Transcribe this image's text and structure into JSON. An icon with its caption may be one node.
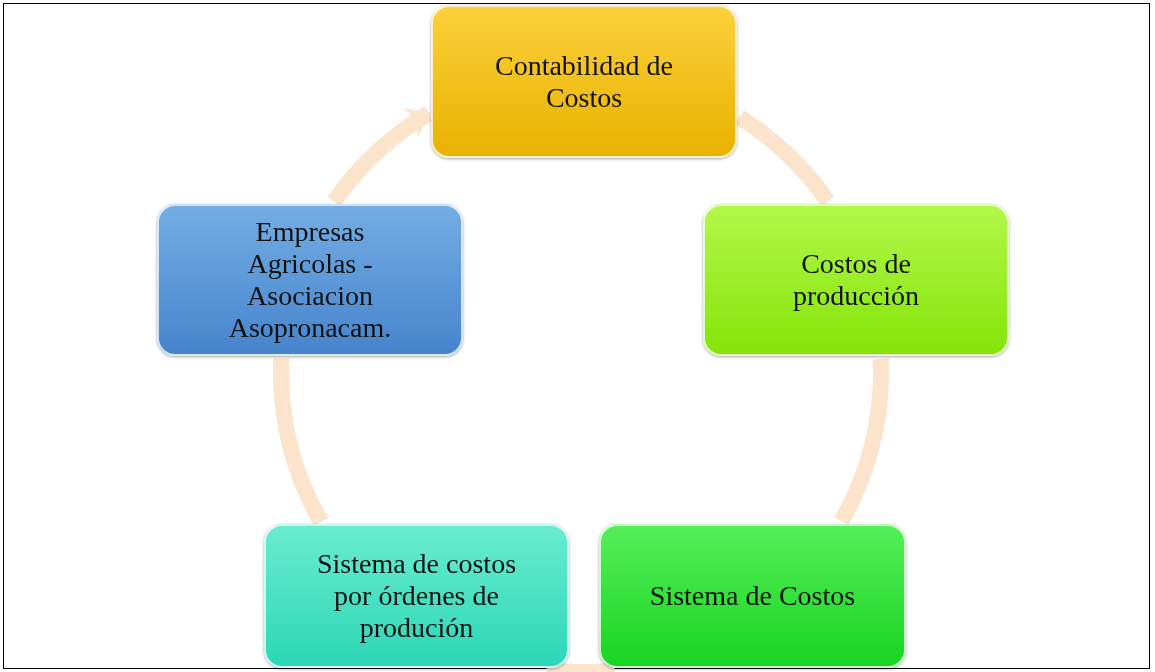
{
  "diagram": {
    "nodes": [
      {
        "text": [
          "Contabilidad de Costos"
        ]
      },
      {
        "text": [
          "Costos de producción"
        ]
      },
      {
        "text": [
          "Sistema de Costos"
        ]
      },
      {
        "text": [
          "Sistema de costos por órdenes de produción"
        ]
      },
      {
        "text": [
          "Empresas Agricolas - Asociacion Asopronacam."
        ]
      }
    ],
    "edges": [
      {
        "from": 0,
        "to": 1,
        "arrow": "none"
      },
      {
        "from": 1,
        "to": 2,
        "arrow": "none"
      },
      {
        "from": 2,
        "to": 3,
        "arrow": "none"
      },
      {
        "from": 3,
        "to": 4,
        "arrow": "none"
      },
      {
        "from": 4,
        "to": 0,
        "arrow": "to"
      }
    ]
  }
}
